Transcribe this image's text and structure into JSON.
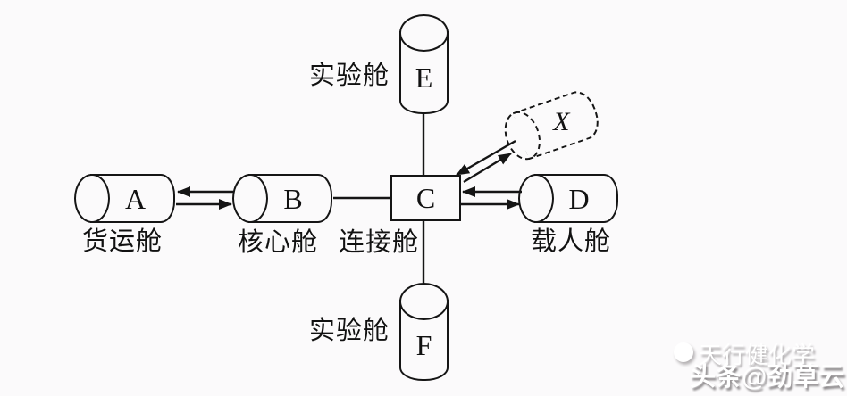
{
  "diagram": {
    "modules": [
      {
        "id": "A",
        "letter": "A",
        "label": "货运舱",
        "shape": "cylinder-horizontal",
        "line_style": "solid"
      },
      {
        "id": "B",
        "letter": "B",
        "label": "核心舱",
        "shape": "cylinder-horizontal",
        "line_style": "solid"
      },
      {
        "id": "C",
        "letter": "C",
        "label": "连接舱",
        "shape": "rectangle",
        "line_style": "solid"
      },
      {
        "id": "D",
        "letter": "D",
        "label": "载人舱",
        "shape": "cylinder-horizontal",
        "line_style": "solid"
      },
      {
        "id": "E",
        "letter": "E",
        "label": "实验舱",
        "shape": "cylinder-vertical",
        "line_style": "solid"
      },
      {
        "id": "F",
        "letter": "F",
        "label": "实验舱",
        "shape": "cylinder-vertical",
        "line_style": "solid"
      },
      {
        "id": "X",
        "letter": "X",
        "label": "",
        "shape": "cylinder-tilted",
        "line_style": "dashed"
      }
    ],
    "connections": [
      {
        "from": "B",
        "to": "A",
        "type": "arrow"
      },
      {
        "from": "A",
        "to": "B",
        "type": "arrow"
      },
      {
        "from": "B",
        "to": "C",
        "type": "line"
      },
      {
        "from": "E",
        "to": "C",
        "type": "line"
      },
      {
        "from": "C",
        "to": "F",
        "type": "line"
      },
      {
        "from": "D",
        "to": "C",
        "type": "arrow"
      },
      {
        "from": "C",
        "to": "D",
        "type": "arrow"
      },
      {
        "from": "X",
        "to": "C",
        "type": "arrow"
      },
      {
        "from": "C",
        "to": "X",
        "type": "arrow"
      }
    ],
    "colors": {
      "stroke": "#151515",
      "background": "#fbfafb"
    }
  },
  "watermark": {
    "overlay_text": "天行健化学",
    "byline": "头条@劲草云"
  }
}
